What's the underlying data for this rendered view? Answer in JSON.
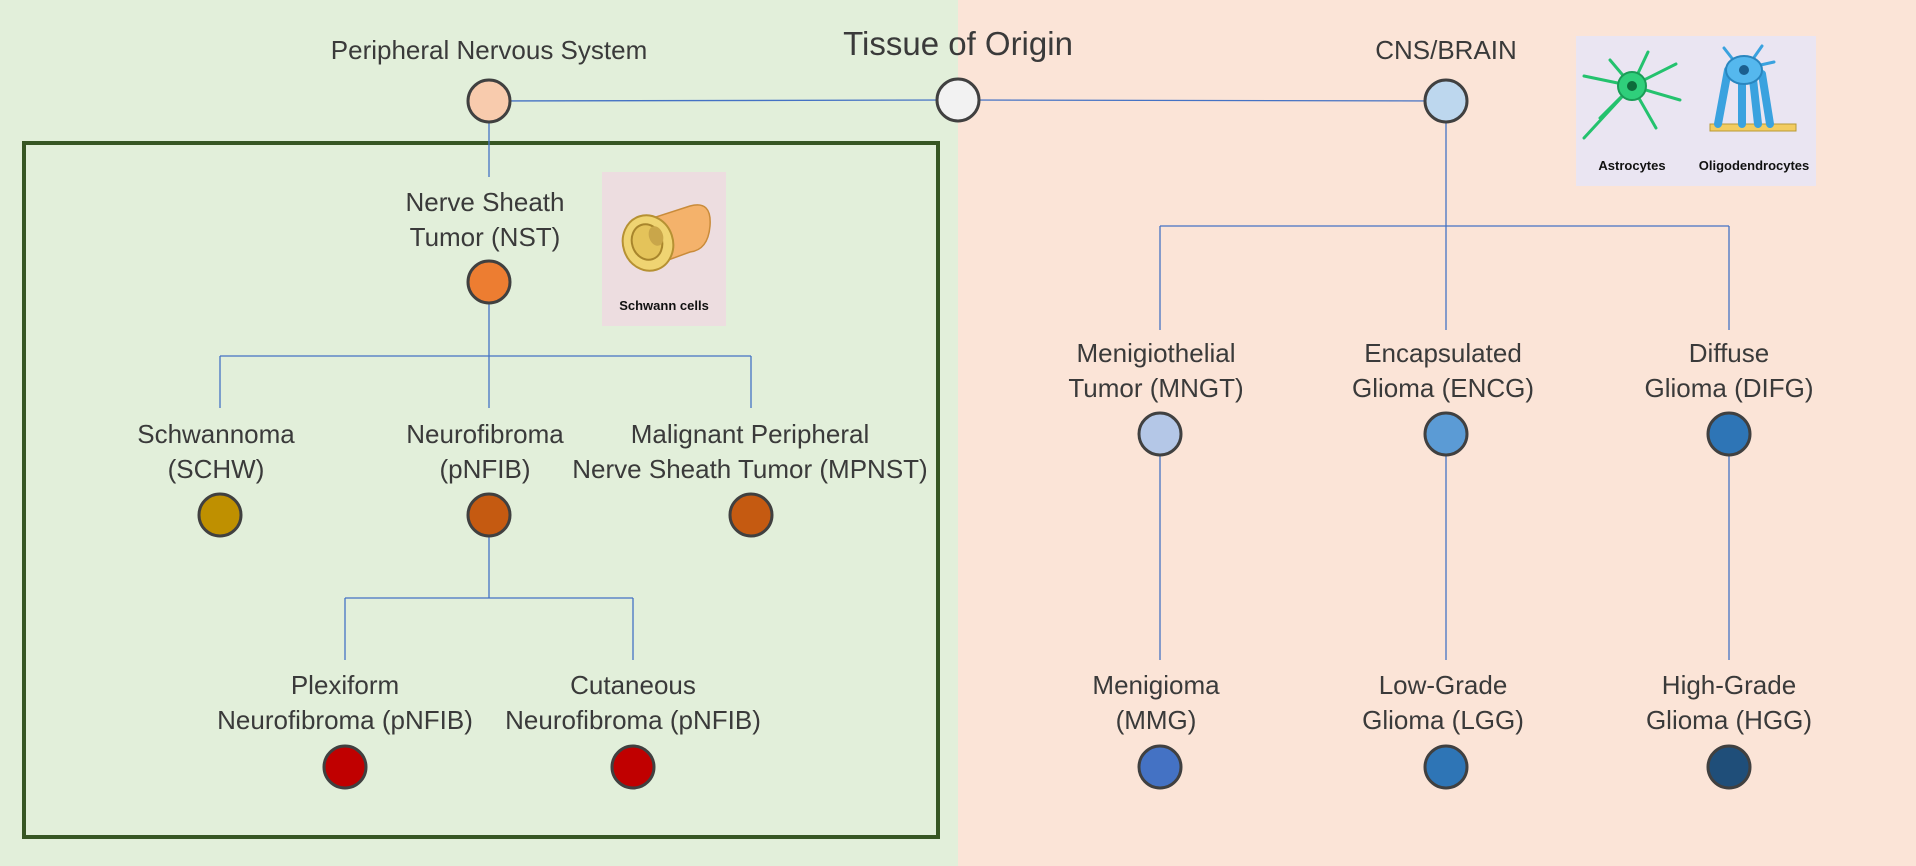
{
  "title": "Tissue of Origin",
  "colors": {
    "pns_background": "#e2efda",
    "cns_background": "#fbe4d7",
    "box_border": "#375623",
    "connector": "#4472c4",
    "node_outline": "#404040"
  },
  "branches": {
    "pns": {
      "label": "Peripheral Nervous System",
      "color": "#f8cbad",
      "nst": {
        "line1": "Nerve Sheath",
        "line2": "Tumor (NST)",
        "color": "#ed7d31",
        "schw": {
          "line1": "Schwannoma",
          "line2": "(SCHW)",
          "color": "#bf9000"
        },
        "pnfib": {
          "line1": "Neurofibroma",
          "line2": "(pNFIB)",
          "color": "#c55a11",
          "plexiform": {
            "line1": "Plexiform",
            "line2": "Neurofibroma (pNFIB)",
            "color": "#c00000"
          },
          "cutaneous": {
            "line1": "Cutaneous",
            "line2": "Neurofibroma (pNFIB)",
            "color": "#c00000"
          }
        },
        "mpnst": {
          "line1": "Malignant Peripheral",
          "line2": "Nerve Sheath Tumor (MPNST)",
          "color": "#c55a11"
        }
      }
    },
    "root": {
      "color": "#f2f2f2"
    },
    "cns": {
      "label": "CNS/BRAIN",
      "color": "#bdd7ee",
      "mngt": {
        "line1": "Menigiothelial",
        "line2": "Tumor (MNGT)",
        "color": "#b4c7e7",
        "child": {
          "line1": "Menigioma",
          "line2": "(MMG)",
          "color": "#4472c4"
        }
      },
      "encg": {
        "line1": "Encapsulated",
        "line2": "Glioma (ENCG)",
        "color": "#5b9bd5",
        "child": {
          "line1": "Low-Grade",
          "line2": "Glioma (LGG)",
          "color": "#2e75b6"
        }
      },
      "difg": {
        "line1": "Diffuse",
        "line2": "Glioma (DIFG)",
        "color": "#2e75b6",
        "child": {
          "line1": "High-Grade",
          "line2": "Glioma (HGG)",
          "color": "#1f4e79"
        }
      }
    }
  },
  "illustrations": {
    "schwann": {
      "caption": "Schwann cells"
    },
    "astrocytes": {
      "caption": "Astrocytes"
    },
    "oligodendrocytes": {
      "caption": "Oligodendrocytes"
    }
  }
}
